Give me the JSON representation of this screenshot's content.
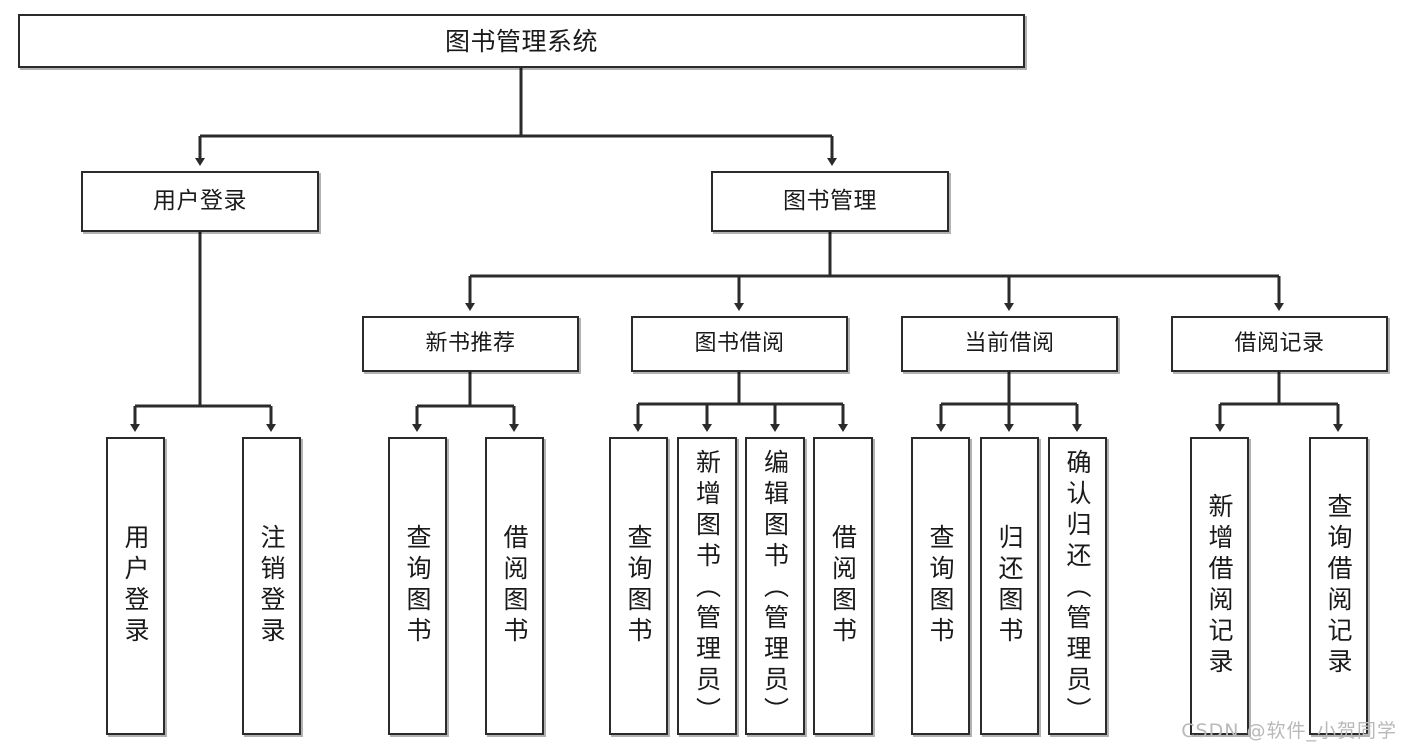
{
  "diagram": {
    "title": "图书管理系统",
    "watermark": "CSDN @软件_小贺同学",
    "style": {
      "border_color": "#2b2b2b",
      "box_fill": "#ffffff",
      "text_color": "#1a1a1a",
      "background": "#ffffff",
      "watermark_color": "#b9b9b9"
    },
    "root": {
      "label": "图书管理系统"
    },
    "level2": [
      {
        "label": "用户登录"
      },
      {
        "label": "图书管理"
      }
    ],
    "level3": [
      {
        "label": "新书推荐"
      },
      {
        "label": "图书借阅"
      },
      {
        "label": "当前借阅"
      },
      {
        "label": "借阅记录"
      }
    ],
    "leaves": {
      "user_login": [
        {
          "label": "用户登录"
        },
        {
          "label": "注销登录"
        }
      ],
      "new_book": [
        {
          "label": "查询图书"
        },
        {
          "label": "借阅图书"
        }
      ],
      "borrow": [
        {
          "label": "查询图书"
        },
        {
          "label": "新增图书（管理员）"
        },
        {
          "label": "编辑图书（管理员）"
        },
        {
          "label": "借阅图书"
        }
      ],
      "current": [
        {
          "label": "查询图书"
        },
        {
          "label": "归还图书"
        },
        {
          "label": "确认归还（管理员）"
        }
      ],
      "records": [
        {
          "label": "新增借阅记录"
        },
        {
          "label": "查询借阅记录"
        }
      ]
    }
  }
}
